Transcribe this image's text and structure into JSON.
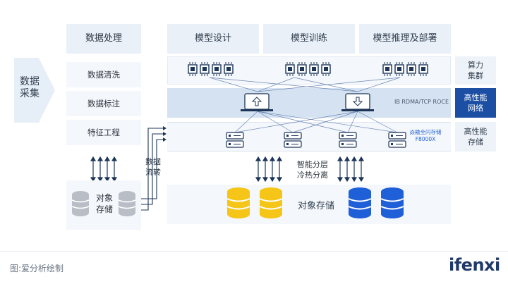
{
  "left": {
    "arrow_label": "数据\n采集",
    "header": "数据处理",
    "steps": [
      "数据清洗",
      "数据标注",
      "特征工程"
    ],
    "storage_label": "对象\n存储",
    "flow_label": "数据\n流转"
  },
  "top_tabs": [
    "模型设计",
    "模型训练",
    "模型推理及部署"
  ],
  "right_labels": {
    "compute": "算力\n集群",
    "network": "高性能\n网络",
    "storage": "高性能\n存储"
  },
  "network_text": "IB RDMA/TCP ROCE",
  "storage_text": "焱融全闪存储\nF8000X",
  "tiering_text": "智能分层\n冷热分离",
  "object_storage": "对象存储",
  "footer": {
    "caption": "图:爱分析绘制",
    "logo": "ifenxi"
  },
  "colors": {
    "yellow": "#f5c518",
    "blue": "#1f5fd8",
    "gray": "#b9bec6",
    "highlight": "#1c4fa3"
  }
}
